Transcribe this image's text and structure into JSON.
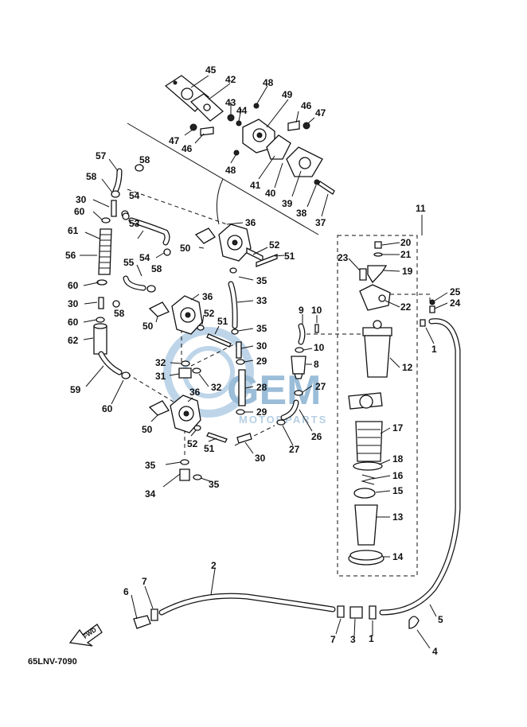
{
  "diagram": {
    "code": "65LNV-7090",
    "fwd_label": "FWD",
    "watermark": {
      "main": "GEM",
      "sub": "MOTORPARTS"
    },
    "colors": {
      "ink": "#111111",
      "watermark": "#7aa7cc"
    }
  },
  "callouts": [
    {
      "id": "c1a",
      "text": "1"
    },
    {
      "id": "c1b",
      "text": "1"
    },
    {
      "id": "c2",
      "text": "2"
    },
    {
      "id": "c3",
      "text": "3"
    },
    {
      "id": "c4",
      "text": "4"
    },
    {
      "id": "c5",
      "text": "5"
    },
    {
      "id": "c6",
      "text": "6"
    },
    {
      "id": "c7a",
      "text": "7"
    },
    {
      "id": "c7b",
      "text": "7"
    },
    {
      "id": "c8",
      "text": "8"
    },
    {
      "id": "c9",
      "text": "9"
    },
    {
      "id": "c10a",
      "text": "10"
    },
    {
      "id": "c10b",
      "text": "10"
    },
    {
      "id": "c11",
      "text": "11"
    },
    {
      "id": "c12",
      "text": "12"
    },
    {
      "id": "c13",
      "text": "13"
    },
    {
      "id": "c14",
      "text": "14"
    },
    {
      "id": "c15",
      "text": "15"
    },
    {
      "id": "c16",
      "text": "16"
    },
    {
      "id": "c17",
      "text": "17"
    },
    {
      "id": "c18",
      "text": "18"
    },
    {
      "id": "c19",
      "text": "19"
    },
    {
      "id": "c20",
      "text": "20"
    },
    {
      "id": "c21",
      "text": "21"
    },
    {
      "id": "c22",
      "text": "22"
    },
    {
      "id": "c23",
      "text": "23"
    },
    {
      "id": "c24",
      "text": "24"
    },
    {
      "id": "c25",
      "text": "25"
    },
    {
      "id": "c26",
      "text": "26"
    },
    {
      "id": "c27a",
      "text": "27"
    },
    {
      "id": "c27b",
      "text": "27"
    },
    {
      "id": "c28",
      "text": "28"
    },
    {
      "id": "c29a",
      "text": "29"
    },
    {
      "id": "c29b",
      "text": "29"
    },
    {
      "id": "c30a",
      "text": "30"
    },
    {
      "id": "c30b",
      "text": "30"
    },
    {
      "id": "c30c",
      "text": "30"
    },
    {
      "id": "c30d",
      "text": "30"
    },
    {
      "id": "c31",
      "text": "31"
    },
    {
      "id": "c32a",
      "text": "32"
    },
    {
      "id": "c32b",
      "text": "32"
    },
    {
      "id": "c33",
      "text": "33"
    },
    {
      "id": "c34",
      "text": "34"
    },
    {
      "id": "c35a",
      "text": "35"
    },
    {
      "id": "c35b",
      "text": "35"
    },
    {
      "id": "c35c",
      "text": "35"
    },
    {
      "id": "c35d",
      "text": "35"
    },
    {
      "id": "c36a",
      "text": "36"
    },
    {
      "id": "c36b",
      "text": "36"
    },
    {
      "id": "c36c",
      "text": "36"
    },
    {
      "id": "c37",
      "text": "37"
    },
    {
      "id": "c38",
      "text": "38"
    },
    {
      "id": "c39",
      "text": "39"
    },
    {
      "id": "c40",
      "text": "40"
    },
    {
      "id": "c41",
      "text": "41"
    },
    {
      "id": "c42",
      "text": "42"
    },
    {
      "id": "c43",
      "text": "43"
    },
    {
      "id": "c44",
      "text": "44"
    },
    {
      "id": "c45",
      "text": "45"
    },
    {
      "id": "c46a",
      "text": "46"
    },
    {
      "id": "c46b",
      "text": "46"
    },
    {
      "id": "c47a",
      "text": "47"
    },
    {
      "id": "c47b",
      "text": "47"
    },
    {
      "id": "c48a",
      "text": "48"
    },
    {
      "id": "c48b",
      "text": "48"
    },
    {
      "id": "c49",
      "text": "49"
    },
    {
      "id": "c50a",
      "text": "50"
    },
    {
      "id": "c50b",
      "text": "50"
    },
    {
      "id": "c50c",
      "text": "50"
    },
    {
      "id": "c51a",
      "text": "51"
    },
    {
      "id": "c51b",
      "text": "51"
    },
    {
      "id": "c51c",
      "text": "51"
    },
    {
      "id": "c52a",
      "text": "52"
    },
    {
      "id": "c52b",
      "text": "52"
    },
    {
      "id": "c52c",
      "text": "52"
    },
    {
      "id": "c53",
      "text": "53"
    },
    {
      "id": "c54a",
      "text": "54"
    },
    {
      "id": "c54b",
      "text": "54"
    },
    {
      "id": "c55",
      "text": "55"
    },
    {
      "id": "c56",
      "text": "56"
    },
    {
      "id": "c57",
      "text": "57"
    },
    {
      "id": "c58a",
      "text": "58"
    },
    {
      "id": "c58b",
      "text": "58"
    },
    {
      "id": "c58c",
      "text": "58"
    },
    {
      "id": "c58d",
      "text": "58"
    },
    {
      "id": "c59",
      "text": "59"
    },
    {
      "id": "c60a",
      "text": "60"
    },
    {
      "id": "c60b",
      "text": "60"
    },
    {
      "id": "c60c",
      "text": "60"
    },
    {
      "id": "c60d",
      "text": "60"
    },
    {
      "id": "c61",
      "text": "61"
    },
    {
      "id": "c62",
      "text": "62"
    }
  ]
}
